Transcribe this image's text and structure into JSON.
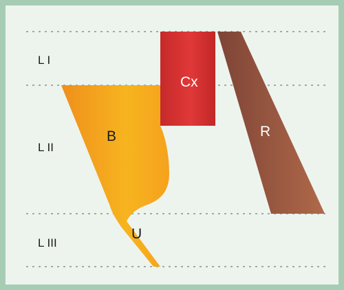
{
  "layers": [
    {
      "label": "L I"
    },
    {
      "label": "L II"
    },
    {
      "label": "L III"
    }
  ],
  "regions": {
    "cx": {
      "label": "Cx",
      "color": "#d42f2f",
      "label_color": "#ffffff"
    },
    "r": {
      "label": "R",
      "color": "#9a5a42",
      "label_color": "#ffffff"
    },
    "b": {
      "label": "B",
      "color": "#f2a51c",
      "label_color": "#1a1a1a"
    },
    "u": {
      "label": "U",
      "color": "#f2a51c",
      "label_color": "#1a1a1a"
    }
  },
  "colors": {
    "background": "#edf4ee",
    "border": "#a6cdb4",
    "boundary_lines": "#8a8f8c"
  }
}
